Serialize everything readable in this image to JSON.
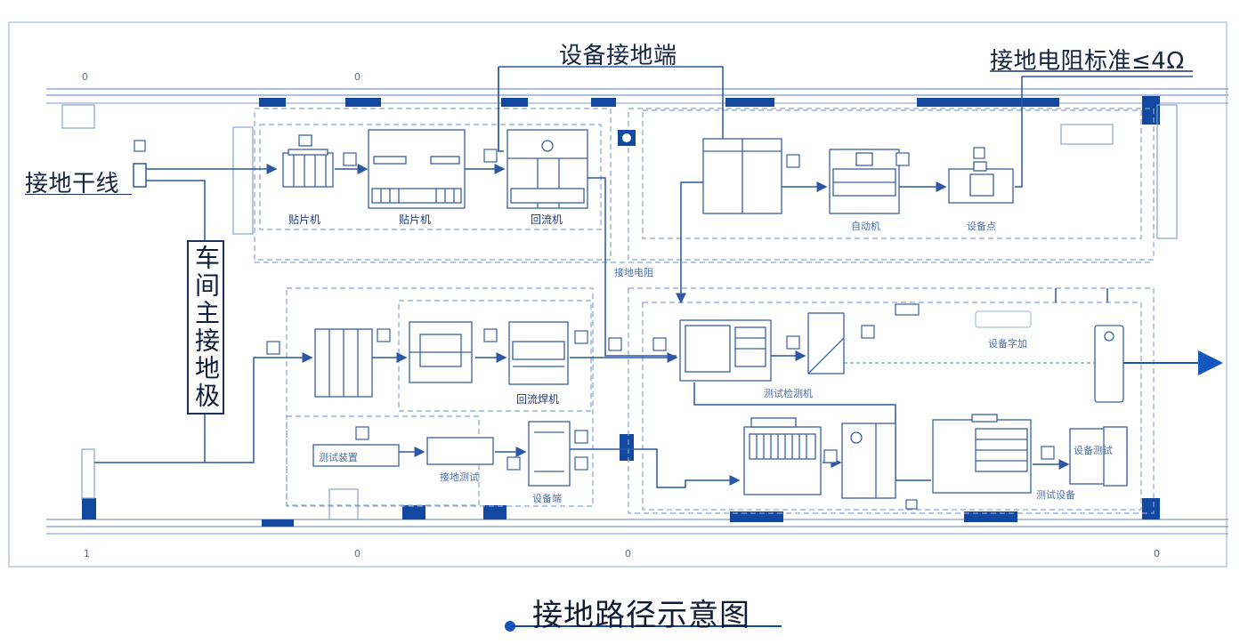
{
  "title": "接地路径示意图",
  "callouts": {
    "equipment_terminal": "设备接地端",
    "resistance_standard": "接地电阻标准≤4Ω",
    "main_trunk": "接地干线",
    "main_electrode": "车间主接地极"
  },
  "devices": {
    "smt1": "贴片机",
    "smt2": "贴片机",
    "reflow1": "回流机",
    "reflow2": "回流焊机",
    "small_top": "接地电阻",
    "right_top1": "自动机",
    "right_top2": "设备点",
    "right_mid": "设备字加",
    "right_mid2": "测试检测机",
    "left_low": "测试装置",
    "left_low2": "接地测试",
    "left_low3": "设备端",
    "right_low": "测试设备",
    "right_lowest": "设备测试"
  },
  "grid_marks": {
    "top_a": "0",
    "top_b": "0",
    "bottom_left": "1",
    "bottom_b": "0",
    "bottom_c": "0",
    "bottom_d": "0"
  },
  "colors": {
    "line": "#3a5fa6",
    "accent": "#1248a0",
    "dashed": "#8aa3cf"
  }
}
